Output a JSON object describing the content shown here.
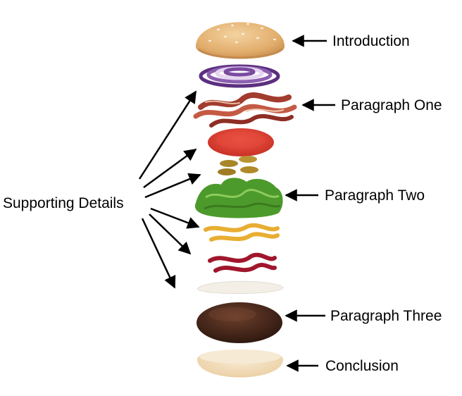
{
  "labels": {
    "introduction": "Introduction",
    "paragraph_one": "Paragraph One",
    "paragraph_two": "Paragraph Two",
    "paragraph_three": "Paragraph Three",
    "conclusion": "Conclusion",
    "supporting_details": "Supporting Details"
  },
  "colors": {
    "text": "#000000",
    "bun": "#e7b87a",
    "onion": "#6a3f8c",
    "bacon": "#b04a3a",
    "tomato": "#d93a2e",
    "pickle": "#b08a2a",
    "lettuce": "#4a9a2a",
    "mustard": "#e8b23a",
    "ketchup": "#a4162a",
    "mayo": "#f3efe6",
    "patty": "#4a2a1e"
  }
}
